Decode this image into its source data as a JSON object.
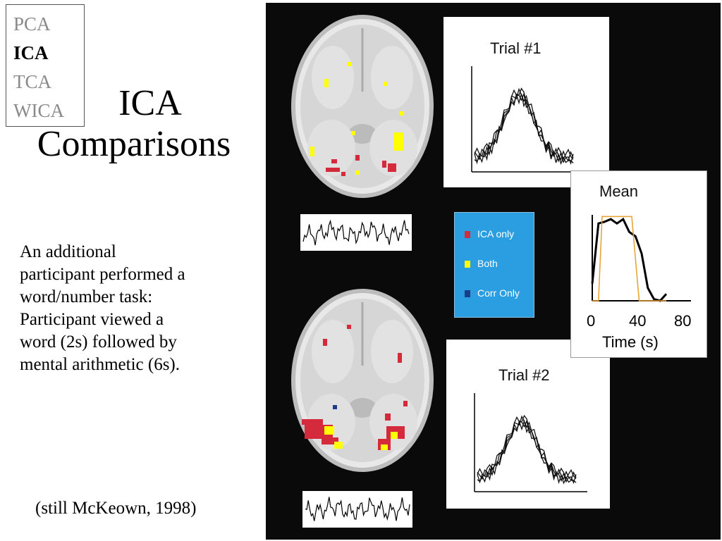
{
  "nav": {
    "items": [
      {
        "label": "PCA",
        "active": false
      },
      {
        "label": "ICA",
        "active": true
      },
      {
        "label": "TCA",
        "active": false
      },
      {
        "label": "WICA",
        "active": false
      }
    ]
  },
  "slide": {
    "title_line1": "ICA",
    "title_line2": "Comparisons",
    "body": [
      "An additional",
      "participant performed a",
      "word/number task:",
      "Participant viewed a",
      "word (2s) followed by",
      "mental arithmetic (6s)."
    ],
    "citation": "(still McKeown, 1998)"
  },
  "figure": {
    "trial1_title": "Trial #1",
    "trial2_title": "Trial #2",
    "mean_title": "Mean",
    "legend": [
      {
        "label": "ICA only",
        "color": "#d42a3c"
      },
      {
        "label": "Both",
        "color": "#ffff00"
      },
      {
        "label": "Corr Only",
        "color": "#1a3c8a"
      }
    ],
    "colors": {
      "ica_only": "#d42a3c",
      "both": "#ffff00",
      "corr_only": "#1a3c8a",
      "reference": "#e8a030"
    }
  },
  "chart_data": {
    "type": "line",
    "title": "Mean",
    "xlabel": "Time (s)",
    "ylabel": "",
    "xticks": [
      "0",
      "40",
      "80"
    ],
    "xlim": [
      0,
      80
    ],
    "series": [
      {
        "values": [
          [
            0,
            0.2
          ],
          [
            5,
            0.9
          ],
          [
            10,
            0.92
          ],
          [
            15,
            0.95
          ],
          [
            20,
            0.9
          ],
          [
            25,
            0.95
          ],
          [
            30,
            0.8
          ],
          [
            35,
            0.75
          ],
          [
            40,
            0.55
          ],
          [
            45,
            0.15
          ],
          [
            50,
            0.02
          ],
          [
            55,
            0.0
          ],
          [
            60,
            0.08
          ]
        ]
      },
      {
        "values": [
          [
            0,
            0.0
          ],
          [
            5,
            0.0
          ],
          [
            8,
            0.98
          ],
          [
            32,
            0.98
          ],
          [
            38,
            0.0
          ],
          [
            60,
            0.0
          ]
        ]
      }
    ]
  }
}
